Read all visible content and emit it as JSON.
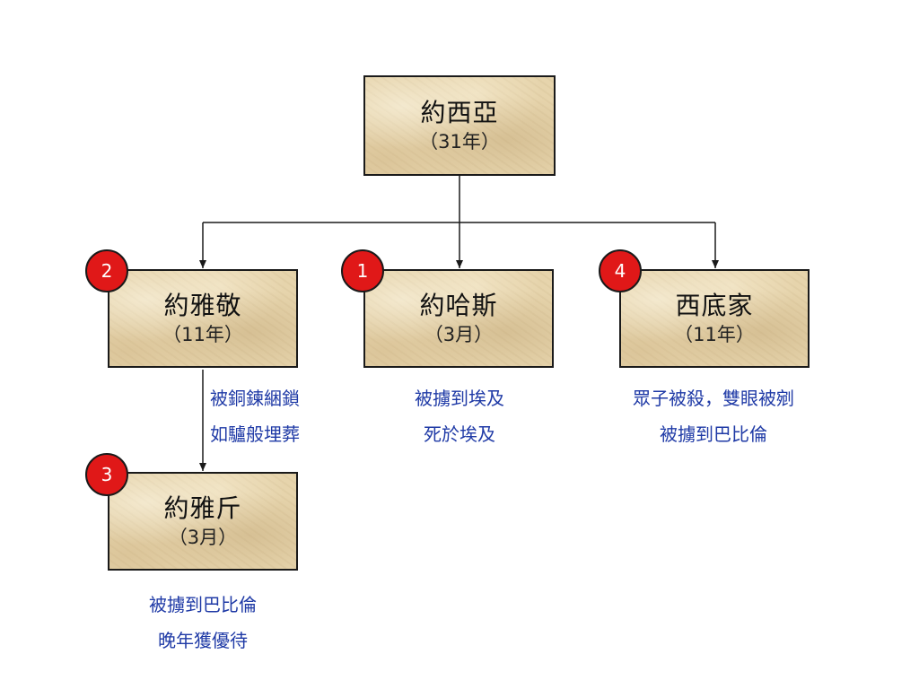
{
  "root": {
    "name": "約西亞",
    "duration": "（31年）"
  },
  "children": [
    {
      "name": "約雅敬",
      "duration": "（11年）",
      "order": "2",
      "note": [
        "被銅鍊綑鎖",
        "如驢般埋葬"
      ]
    },
    {
      "name": "約哈斯",
      "duration": "（3月）",
      "order": "1",
      "note": [
        "被擄到埃及",
        "死於埃及"
      ]
    },
    {
      "name": "西底家",
      "duration": "（11年）",
      "order": "4",
      "note": [
        "眾子被殺，雙眼被剜",
        "被擄到巴比倫"
      ]
    }
  ],
  "grandchild": {
    "name": "約雅斤",
    "duration": "（3月）",
    "order": "3",
    "note": [
      "被擄到巴比倫",
      "晚年獲優待"
    ]
  },
  "colors": {
    "badge": "#e01818",
    "note_text": "#1f3aa6",
    "box_fill": "#e6d4ac",
    "line": "#1a1a1a"
  }
}
